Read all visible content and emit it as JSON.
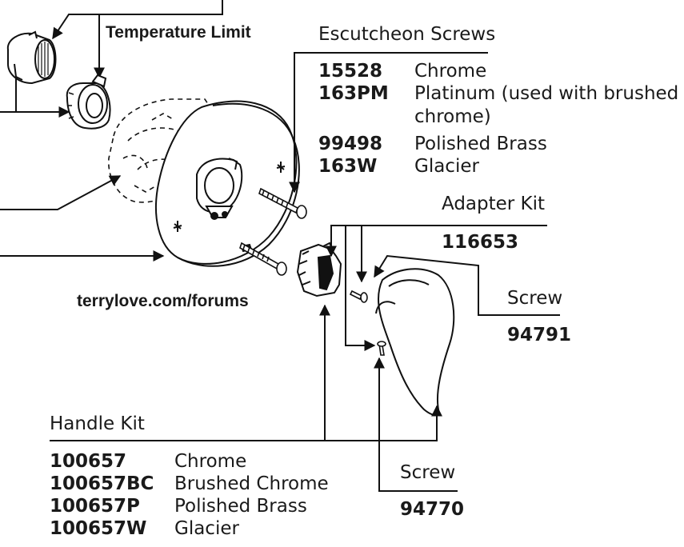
{
  "temperature_limit": "Temperature Limit",
  "website": "terrylove.com/forums",
  "escutcheon_screws": {
    "title": "Escutcheon Screws",
    "parts": [
      {
        "number": "15528",
        "finish": "Chrome"
      },
      {
        "number": "163PM",
        "finish": "Platinum (used with brushed",
        "finish_cont": "chrome)"
      },
      {
        "number": "99498",
        "finish": "Polished Brass"
      },
      {
        "number": "163W",
        "finish": "Glacier"
      }
    ]
  },
  "adapter_kit": {
    "title": "Adapter Kit",
    "number": "116653"
  },
  "screw_upper": {
    "title": "Screw",
    "number": "94791"
  },
  "screw_lower": {
    "title": "Screw",
    "number": "94770"
  },
  "handle_kit": {
    "title": "Handle Kit",
    "parts": [
      {
        "number": "100657",
        "finish": "Chrome"
      },
      {
        "number": "100657BC",
        "finish": "Brushed Chrome"
      },
      {
        "number": "100657P",
        "finish": "Polished Brass"
      },
      {
        "number": "100657W",
        "finish": "Glacier"
      }
    ]
  }
}
